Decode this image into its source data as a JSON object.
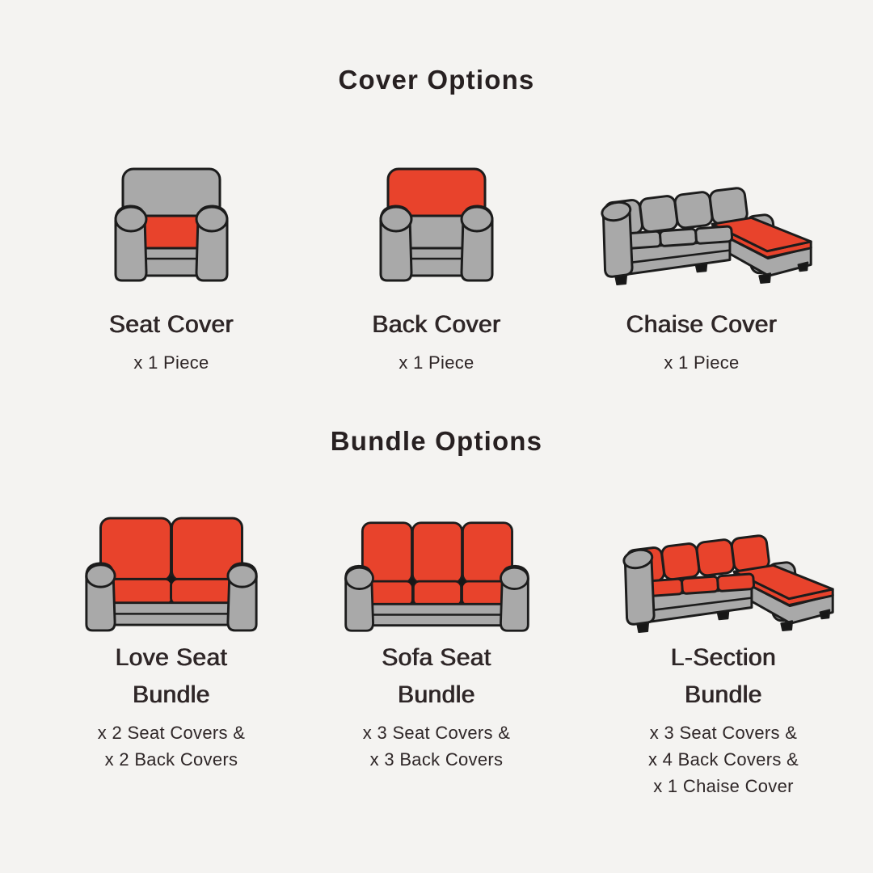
{
  "colors": {
    "background": "#f4f3f1",
    "red": "#e8432c",
    "gray": "#a9a9a9",
    "outline": "#1c1c1c",
    "text": "#2e2627",
    "heading": "#272021"
  },
  "sections": [
    {
      "title": "Cover Options",
      "items": [
        {
          "name": "seat-cover",
          "title_lines": [
            "Seat Cover"
          ],
          "detail_lines": [
            "x 1 Piece"
          ]
        },
        {
          "name": "back-cover",
          "title_lines": [
            "Back Cover"
          ],
          "detail_lines": [
            "x 1 Piece"
          ]
        },
        {
          "name": "chaise-cover",
          "title_lines": [
            "Chaise Cover"
          ],
          "detail_lines": [
            "x 1 Piece"
          ]
        }
      ]
    },
    {
      "title": "Bundle Options",
      "items": [
        {
          "name": "love-seat-bundle",
          "title_lines": [
            "Love Seat",
            "Bundle"
          ],
          "detail_lines": [
            "x 2 Seat Covers &",
            "x 2 Back Covers"
          ]
        },
        {
          "name": "sofa-seat-bundle",
          "title_lines": [
            "Sofa Seat",
            "Bundle"
          ],
          "detail_lines": [
            "x 3 Seat Covers &",
            "x 3 Back Covers"
          ]
        },
        {
          "name": "l-section-bundle",
          "title_lines": [
            "L-Section",
            "Bundle"
          ],
          "detail_lines": [
            "x 3 Seat Covers &",
            "x 4 Back Covers &",
            "x 1 Chaise Cover"
          ]
        }
      ]
    }
  ]
}
